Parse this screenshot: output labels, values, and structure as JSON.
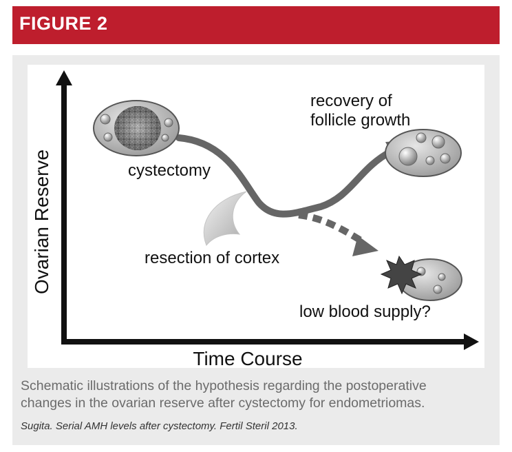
{
  "header": {
    "title": "FIGURE 2"
  },
  "diagram": {
    "y_axis_label": "Ovarian Reserve",
    "x_axis_label": "Time Course",
    "labels": {
      "cystectomy": "cystectomy",
      "recovery_line1": "recovery of",
      "recovery_line2": "follicle growth",
      "resection": "resection of cortex",
      "low_blood": "low blood supply?"
    }
  },
  "caption": {
    "line1": "Schematic illustrations of the hypothesis regarding the postoperative",
    "line2": "changes in the ovarian reserve after cystectomy for endometriomas."
  },
  "citation": "Sugita. Serial AMH levels after cystectomy. Fertil Steril 2013.",
  "colors": {
    "header_red": "#be1e2d",
    "panel_gray": "#ebebeb",
    "curve_gray": "#666666"
  }
}
